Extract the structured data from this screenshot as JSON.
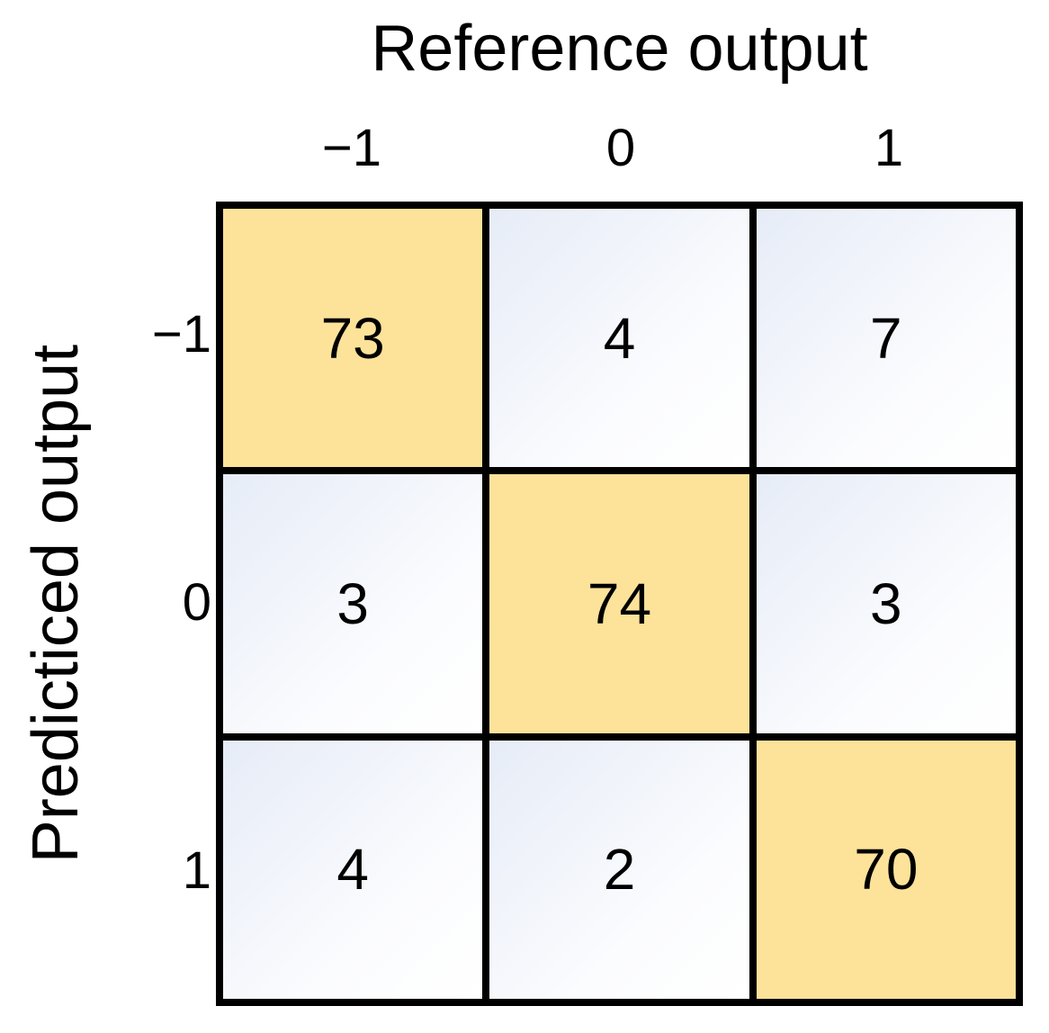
{
  "chart_data": {
    "type": "heatmap",
    "title": "Reference output",
    "xlabel": "Reference output",
    "ylabel": "Predicticed output",
    "x_tick_labels": [
      "−1",
      "0",
      "1"
    ],
    "y_tick_labels": [
      "−1",
      "0",
      "1"
    ],
    "categories": [
      "−1",
      "0",
      "1"
    ],
    "matrix": [
      [
        73,
        4,
        7
      ],
      [
        3,
        74,
        3
      ],
      [
        4,
        2,
        70
      ]
    ],
    "cells": [
      {
        "row": "−1",
        "col": "−1",
        "value": "73",
        "diagonal": true
      },
      {
        "row": "−1",
        "col": "0",
        "value": "4",
        "diagonal": false
      },
      {
        "row": "−1",
        "col": "1",
        "value": "7",
        "diagonal": false
      },
      {
        "row": "0",
        "col": "−1",
        "value": "3",
        "diagonal": false
      },
      {
        "row": "0",
        "col": "0",
        "value": "74",
        "diagonal": true
      },
      {
        "row": "0",
        "col": "1",
        "value": "3",
        "diagonal": false
      },
      {
        "row": "1",
        "col": "−1",
        "value": "4",
        "diagonal": false
      },
      {
        "row": "1",
        "col": "0",
        "value": "2",
        "diagonal": false
      },
      {
        "row": "1",
        "col": "1",
        "value": "70",
        "diagonal": true
      }
    ],
    "grid": true,
    "legend": null,
    "colors": {
      "diagonal_fill": "#fde299",
      "offdiagonal_fill_start": "#e6ecf7",
      "offdiagonal_fill_end": "#ffffff",
      "grid_line": "#000000",
      "text": "#000000",
      "background": "#ffffff"
    }
  },
  "axes": {
    "top_title": "Reference output",
    "left_title": "Predicticed output",
    "columns": [
      "−1",
      "0",
      "1"
    ],
    "rows": [
      "−1",
      "0",
      "1"
    ]
  }
}
